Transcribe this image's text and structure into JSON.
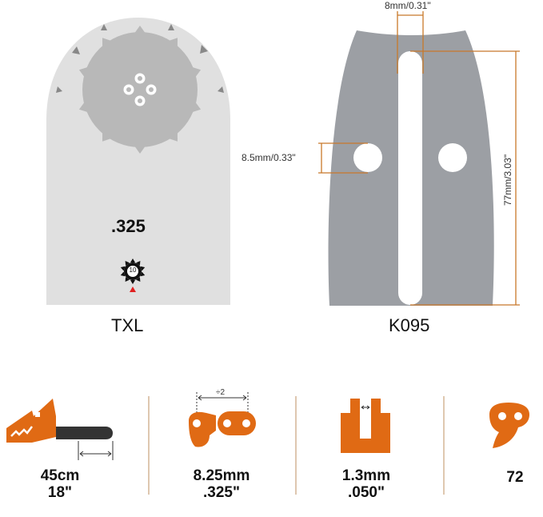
{
  "txl_panel": {
    "pitch_label": ".325",
    "teeth_count": "10",
    "name": "TXL"
  },
  "k095_panel": {
    "slot_width_label": "8mm/0.31\"",
    "hole_label": "8.5mm/0.33\"",
    "slot_length_label": "77mm/3.03\"",
    "name": "K095"
  },
  "specs": [
    {
      "line1": "45cm",
      "line2": "18\""
    },
    {
      "line1": "8.25mm",
      "line2": ".325\"",
      "divider_label": "÷2"
    },
    {
      "line1": "1.3mm",
      "line2": ".050\""
    },
    {
      "line1": "72",
      "line2": ""
    }
  ],
  "colors": {
    "bar_light": "#e0e0e0",
    "sprocket": "#b8b8b8",
    "bar_dark": "#9c9fa4",
    "accent_orange": "#e06a14",
    "dim_line": "#c8782a",
    "divider": "#c9a27c",
    "marker_red": "#e02020"
  }
}
